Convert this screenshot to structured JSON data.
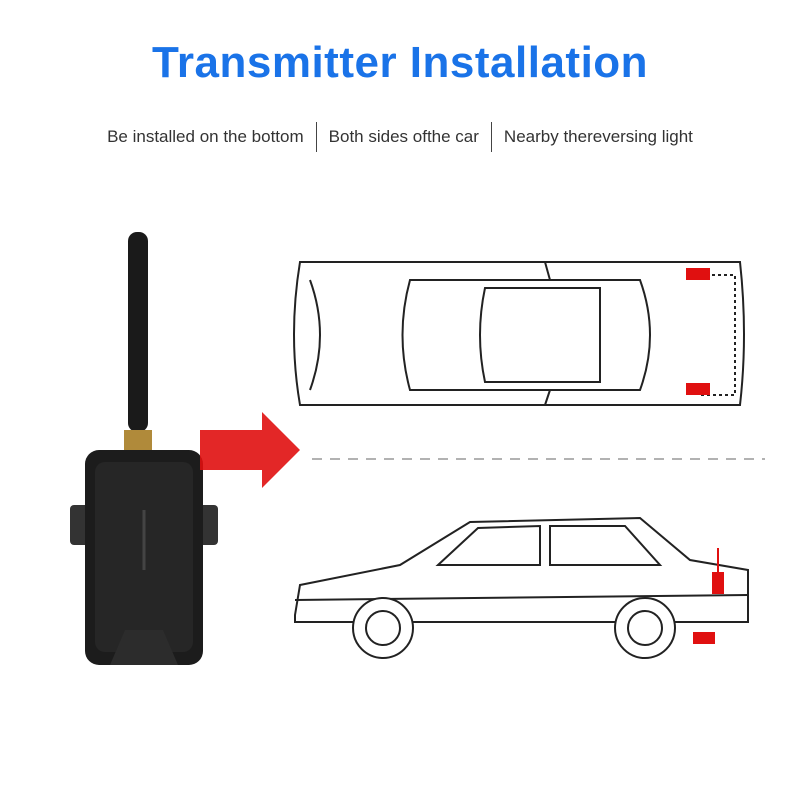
{
  "title": "Transmitter Installation",
  "features": [
    "Be installed on the bottom",
    "Both sides ofthe car",
    "Nearby thereversing light"
  ],
  "colors": {
    "title": "#1a73e8",
    "accent": "#e01010",
    "device": "#1c1c1c"
  },
  "icons": {
    "arrow": "red-arrow-icon"
  }
}
